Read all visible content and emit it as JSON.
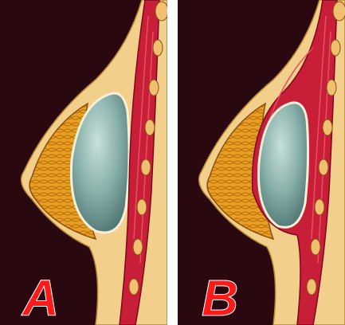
{
  "panels": [
    {
      "id": "A",
      "label": "A",
      "placement": "subglandular"
    },
    {
      "id": "B",
      "label": "B",
      "placement": "submuscular"
    }
  ],
  "colors": {
    "background": "#ffffff",
    "panel_background": "#2a0810",
    "skin": "#f2d08c",
    "skin_outline": "#b8862e",
    "gland": "#e8a020",
    "gland_dark": "#b86a10",
    "implant": "#6f9a96",
    "implant_highlight": "#c8e0da",
    "muscle": "#c81e38",
    "muscle_light": "#e85060",
    "rib": "#f0c070",
    "label": "#ff1a1a"
  }
}
